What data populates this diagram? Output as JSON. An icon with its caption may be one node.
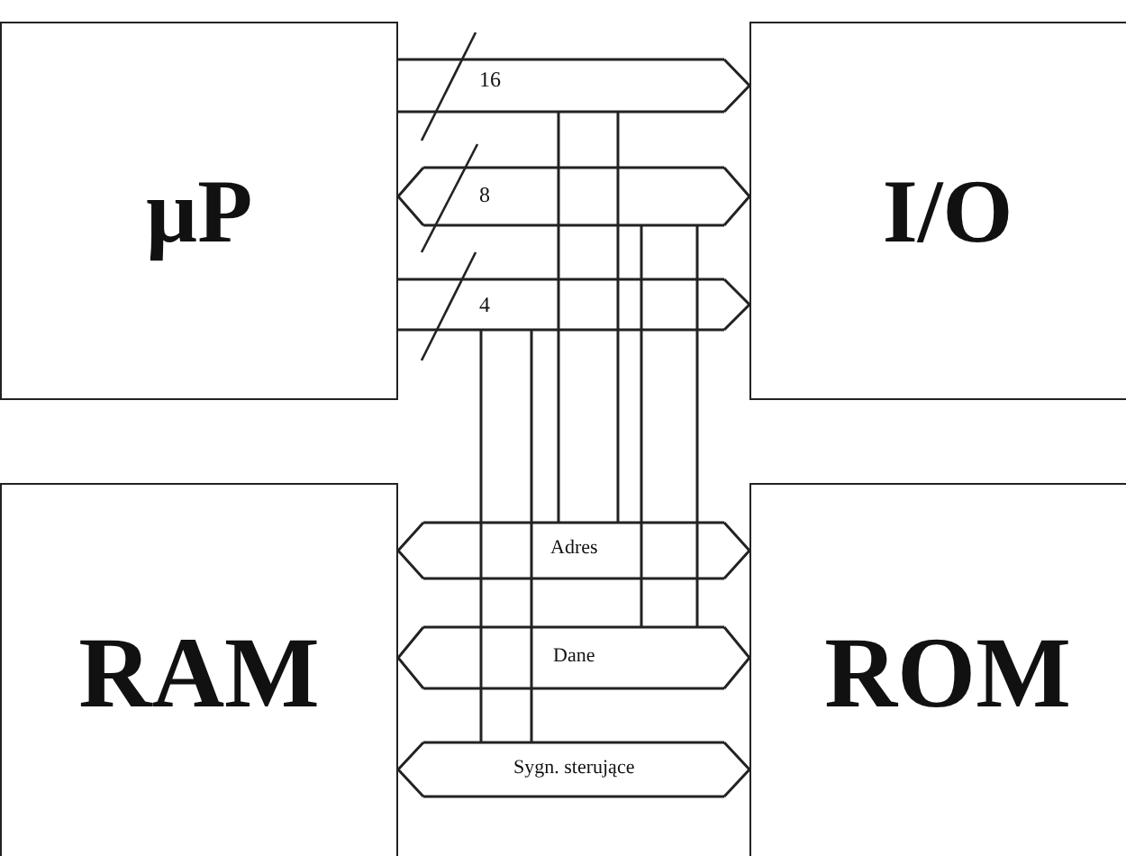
{
  "diagram": {
    "nodes": [
      {
        "text": [
          "µP"
        ]
      },
      {
        "text": [
          "I/O"
        ]
      },
      {
        "text": [
          "RAM"
        ]
      },
      {
        "text": [
          "ROM"
        ]
      }
    ],
    "edges": [
      {
        "from": 0,
        "to": 1,
        "arrow": "to",
        "label": "16"
      },
      {
        "from": 0,
        "to": 1,
        "arrow": "both",
        "label": "8"
      },
      {
        "from": 0,
        "to": 1,
        "arrow": "to",
        "label": "4"
      },
      {
        "from": 2,
        "to": 3,
        "arrow": "both",
        "label": "Adres"
      },
      {
        "from": 2,
        "to": 3,
        "arrow": "both",
        "label": "Dane"
      },
      {
        "from": 2,
        "to": 3,
        "arrow": "both",
        "label": "Sygn. sterujące"
      }
    ]
  }
}
